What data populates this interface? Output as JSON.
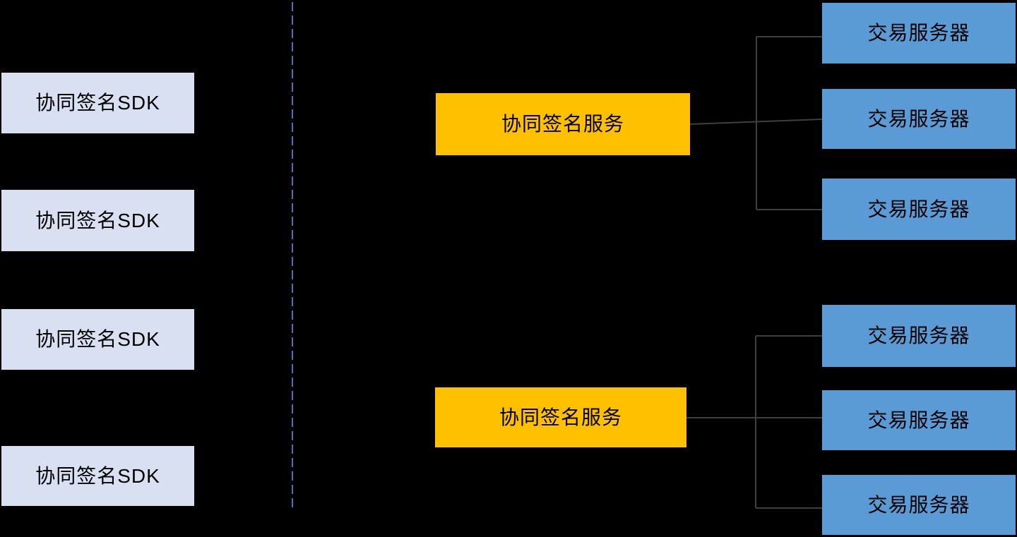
{
  "diagram": {
    "title": "collaborative-signing-architecture",
    "colors": {
      "background": "#000000",
      "sdk_fill": "#D9E0F2",
      "service_fill": "#FFC000",
      "server_fill": "#5B9BD5",
      "divider": "#4472C4",
      "connector": "#3F3F3F",
      "text": "#000000"
    },
    "sdk_nodes": [
      {
        "label": "协同签名SDK"
      },
      {
        "label": "协同签名SDK"
      },
      {
        "label": "协同签名SDK"
      },
      {
        "label": "协同签名SDK"
      }
    ],
    "service_nodes": [
      {
        "label": "协同签名服务"
      },
      {
        "label": "协同签名服务"
      }
    ],
    "server_nodes": [
      {
        "label": "交易服务器"
      },
      {
        "label": "交易服务器"
      },
      {
        "label": "交易服务器"
      },
      {
        "label": "交易服务器"
      },
      {
        "label": "交易服务器"
      },
      {
        "label": "交易服务器"
      }
    ]
  }
}
